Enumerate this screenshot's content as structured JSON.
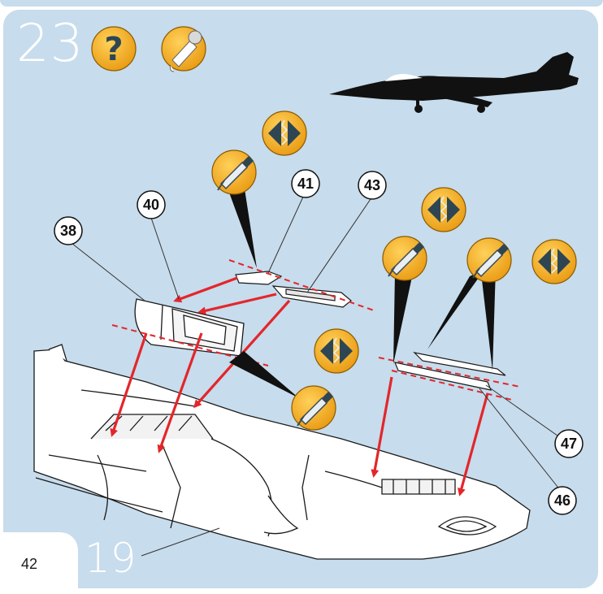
{
  "step": {
    "number": "23",
    "sub_number": "19"
  },
  "page": {
    "number": "42"
  },
  "callouts": [
    "38",
    "40",
    "41",
    "43",
    "46",
    "47"
  ],
  "icons": [
    "question-icon",
    "glue-icon",
    "cutter-icon",
    "sanding-icon",
    "aircraft-silhouette-icon"
  ],
  "colors": {
    "panel": "#c7dcec",
    "icon_orange": "#f0a91b",
    "arrow_red": "#e3262b",
    "icon_dark": "#2e4653"
  }
}
